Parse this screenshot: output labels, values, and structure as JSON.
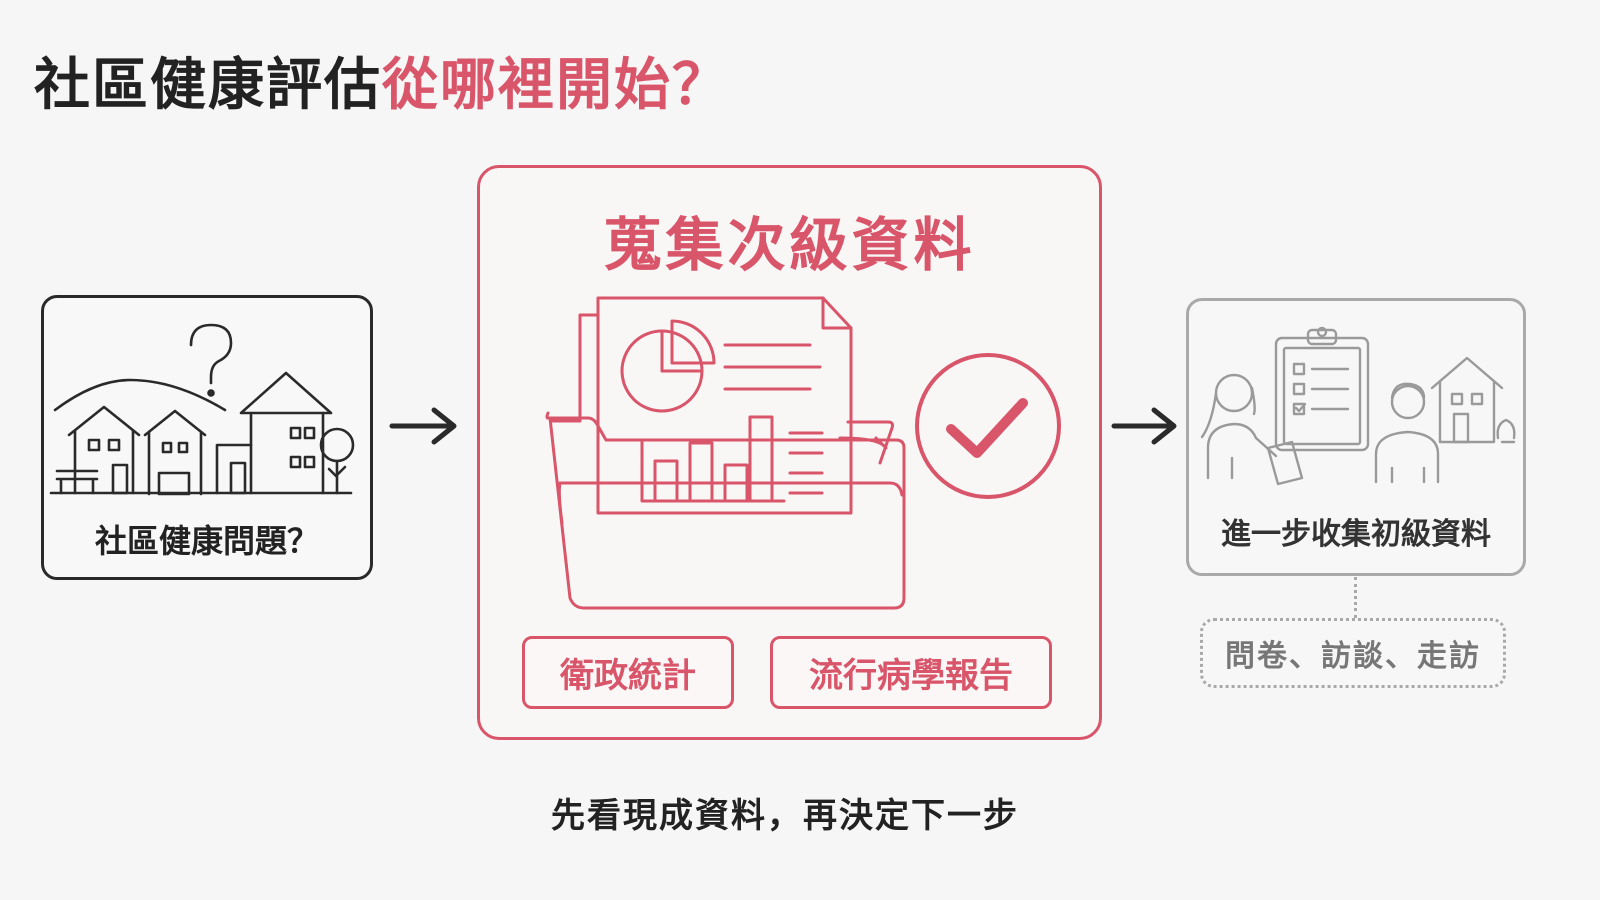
{
  "title": {
    "main": "社區健康評估",
    "accent": "從哪裡開始？"
  },
  "colors": {
    "accent": "#d9556a",
    "dark": "#222222",
    "muted": "#a9a9a9"
  },
  "left_box": {
    "label": "社區健康問題？",
    "icon": "community-houses-question-icon"
  },
  "center_box": {
    "heading": "蒐集次級資料",
    "icons": [
      "document-folder-chart-icon",
      "checkmark-circle-icon"
    ],
    "tags": [
      "衛政統計",
      "流行病學報告"
    ]
  },
  "right_box": {
    "label": "進一步收集初級資料",
    "icon": "interview-clipboard-icon",
    "methods": "問卷、訪談、走訪"
  },
  "caption": "先看現成資料，再決定下一步"
}
